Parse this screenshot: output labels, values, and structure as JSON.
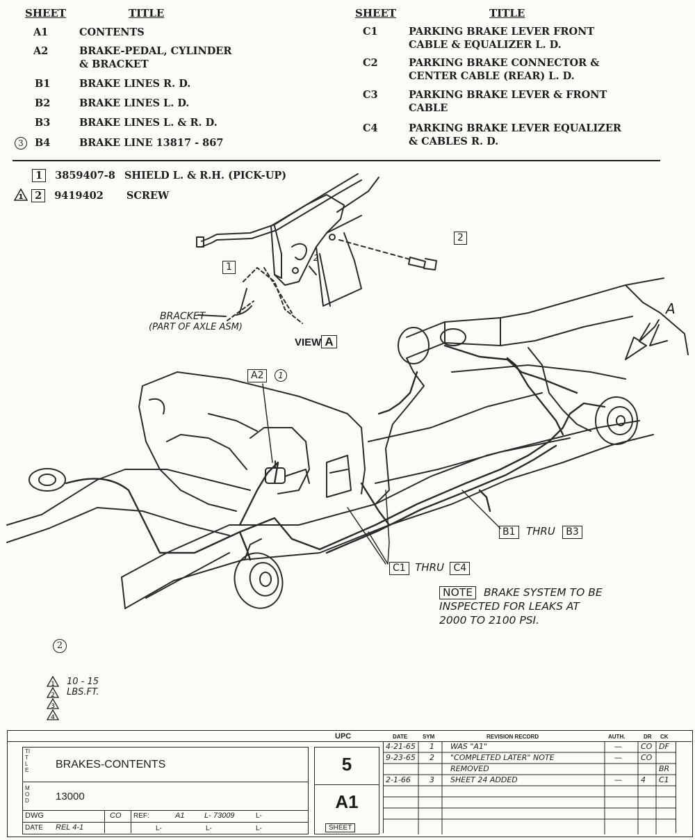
{
  "index": {
    "headers": {
      "sheet": "SHEET",
      "title": "TITLE"
    },
    "left": [
      {
        "code": "A1",
        "title": "CONTENTS"
      },
      {
        "code": "A2",
        "title": "BRAKE-PEDAL, CYLINDER\n& BRACKET"
      },
      {
        "code": "B1",
        "title": "BRAKE LINES R. D."
      },
      {
        "code": "B2",
        "title": "BRAKE LINES L. D."
      },
      {
        "code": "B3",
        "title": "BRAKE LINES L. & R. D."
      },
      {
        "code": "B4",
        "title": "BRAKE LINE 13817 - 867",
        "rev": "3"
      }
    ],
    "right": [
      {
        "code": "C1",
        "title": "PARKING BRAKE LEVER FRONT\nCABLE & EQUALIZER L. D."
      },
      {
        "code": "C2",
        "title": "PARKING BRAKE CONNECTOR &\nCENTER CABLE (REAR) L. D."
      },
      {
        "code": "C3",
        "title": "PARKING BRAKE LEVER & FRONT\nCABLE"
      },
      {
        "code": "C4",
        "title": "PARKING BRAKE LEVER EQUALIZER\n& CABLES R. D."
      }
    ]
  },
  "parts": [
    {
      "num": "1",
      "part_no": "3859407-8",
      "desc": "SHIELD L. & R.H. (PICK-UP)"
    },
    {
      "num": "2",
      "part_no": "9419402",
      "desc": "SCREW",
      "note": "1"
    }
  ],
  "callouts": {
    "bracket": "BRACKET",
    "bracket_sub": "(PART OF AXLE ASM)",
    "view": "VIEW",
    "view_letter": "A",
    "arrow_a": "A",
    "a2": "A2",
    "a2_circle": "1",
    "b1": "B1",
    "b1_thru": "THRU",
    "b3": "B3",
    "c1": "C1",
    "c1_thru": "THRU",
    "c4": "C4",
    "item1": "1",
    "item2": "2",
    "item2_inner": "2"
  },
  "note": {
    "label": "NOTE",
    "text_1": "BRAKE SYSTEM TO BE",
    "text_2": "INSPECTED FOR LEAKS AT",
    "text_3": "2000 TO 2100 PSI."
  },
  "footnotes": {
    "circle_2": "2",
    "torque_marks": [
      "1",
      "2",
      "3",
      "4"
    ],
    "torque_text": "10 - 15 LBS.FT."
  },
  "title_block": {
    "title_label": "TITLE",
    "title": "BRAKES-CONTENTS",
    "mod_label": "MOD",
    "mod": "13000",
    "dwg_label": "DWG",
    "dwg_by": "CO",
    "ref_label": "REF:",
    "ref_value": "A1",
    "ref_l1": "L- 73009",
    "l_blank": "L-",
    "date_label": "DATE",
    "date_value": "REL 4-1",
    "upc_label": "UPC",
    "upc": "5",
    "sheet_code": "A1",
    "sheet_label": "SHEET",
    "rev_headers": {
      "date": "DATE",
      "sym": "SYM",
      "record": "REVISION RECORD",
      "auth": "AUTH.",
      "dr": "DR",
      "ck": "CK"
    },
    "revisions": [
      {
        "date": "4-21-65",
        "sym": "1",
        "record": "WAS \"A1\"",
        "auth": "—",
        "dr": "CO",
        "ck": "DF"
      },
      {
        "date": "9-23-65",
        "sym": "2",
        "record": "\"COMPLETED LATER\" NOTE",
        "auth": "—",
        "dr": "CO",
        "ck": ""
      },
      {
        "date": "",
        "sym": "",
        "record": "REMOVED",
        "auth": "",
        "dr": "",
        "ck": "BR"
      },
      {
        "date": "2-1-66",
        "sym": "3",
        "record": "SHEET 24 ADDED",
        "auth": "—",
        "dr": "4",
        "ck": "C1"
      }
    ]
  }
}
